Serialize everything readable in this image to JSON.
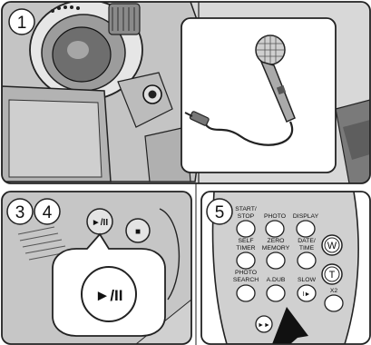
{
  "steps": {
    "s1": "1",
    "s3": "3",
    "s4": "4",
    "s5": "5"
  },
  "icons": {
    "play_pause": "►/II",
    "play_pause_small": "►/II",
    "stop_square": "■",
    "slow_symbol": "I►",
    "ff_symbol": "►►"
  },
  "remote": {
    "row1": [
      "START/",
      "STOP",
      "PHOTO",
      "DISPLAY"
    ],
    "row2": [
      "SELF",
      "TIMER",
      "ZERO",
      "MEMORY",
      "DATE/",
      "TIME"
    ],
    "row3": [
      "PHOTO",
      "SEARCH",
      "A.DUB",
      "SLOW",
      "X2"
    ],
    "w": "W",
    "t": "T"
  }
}
